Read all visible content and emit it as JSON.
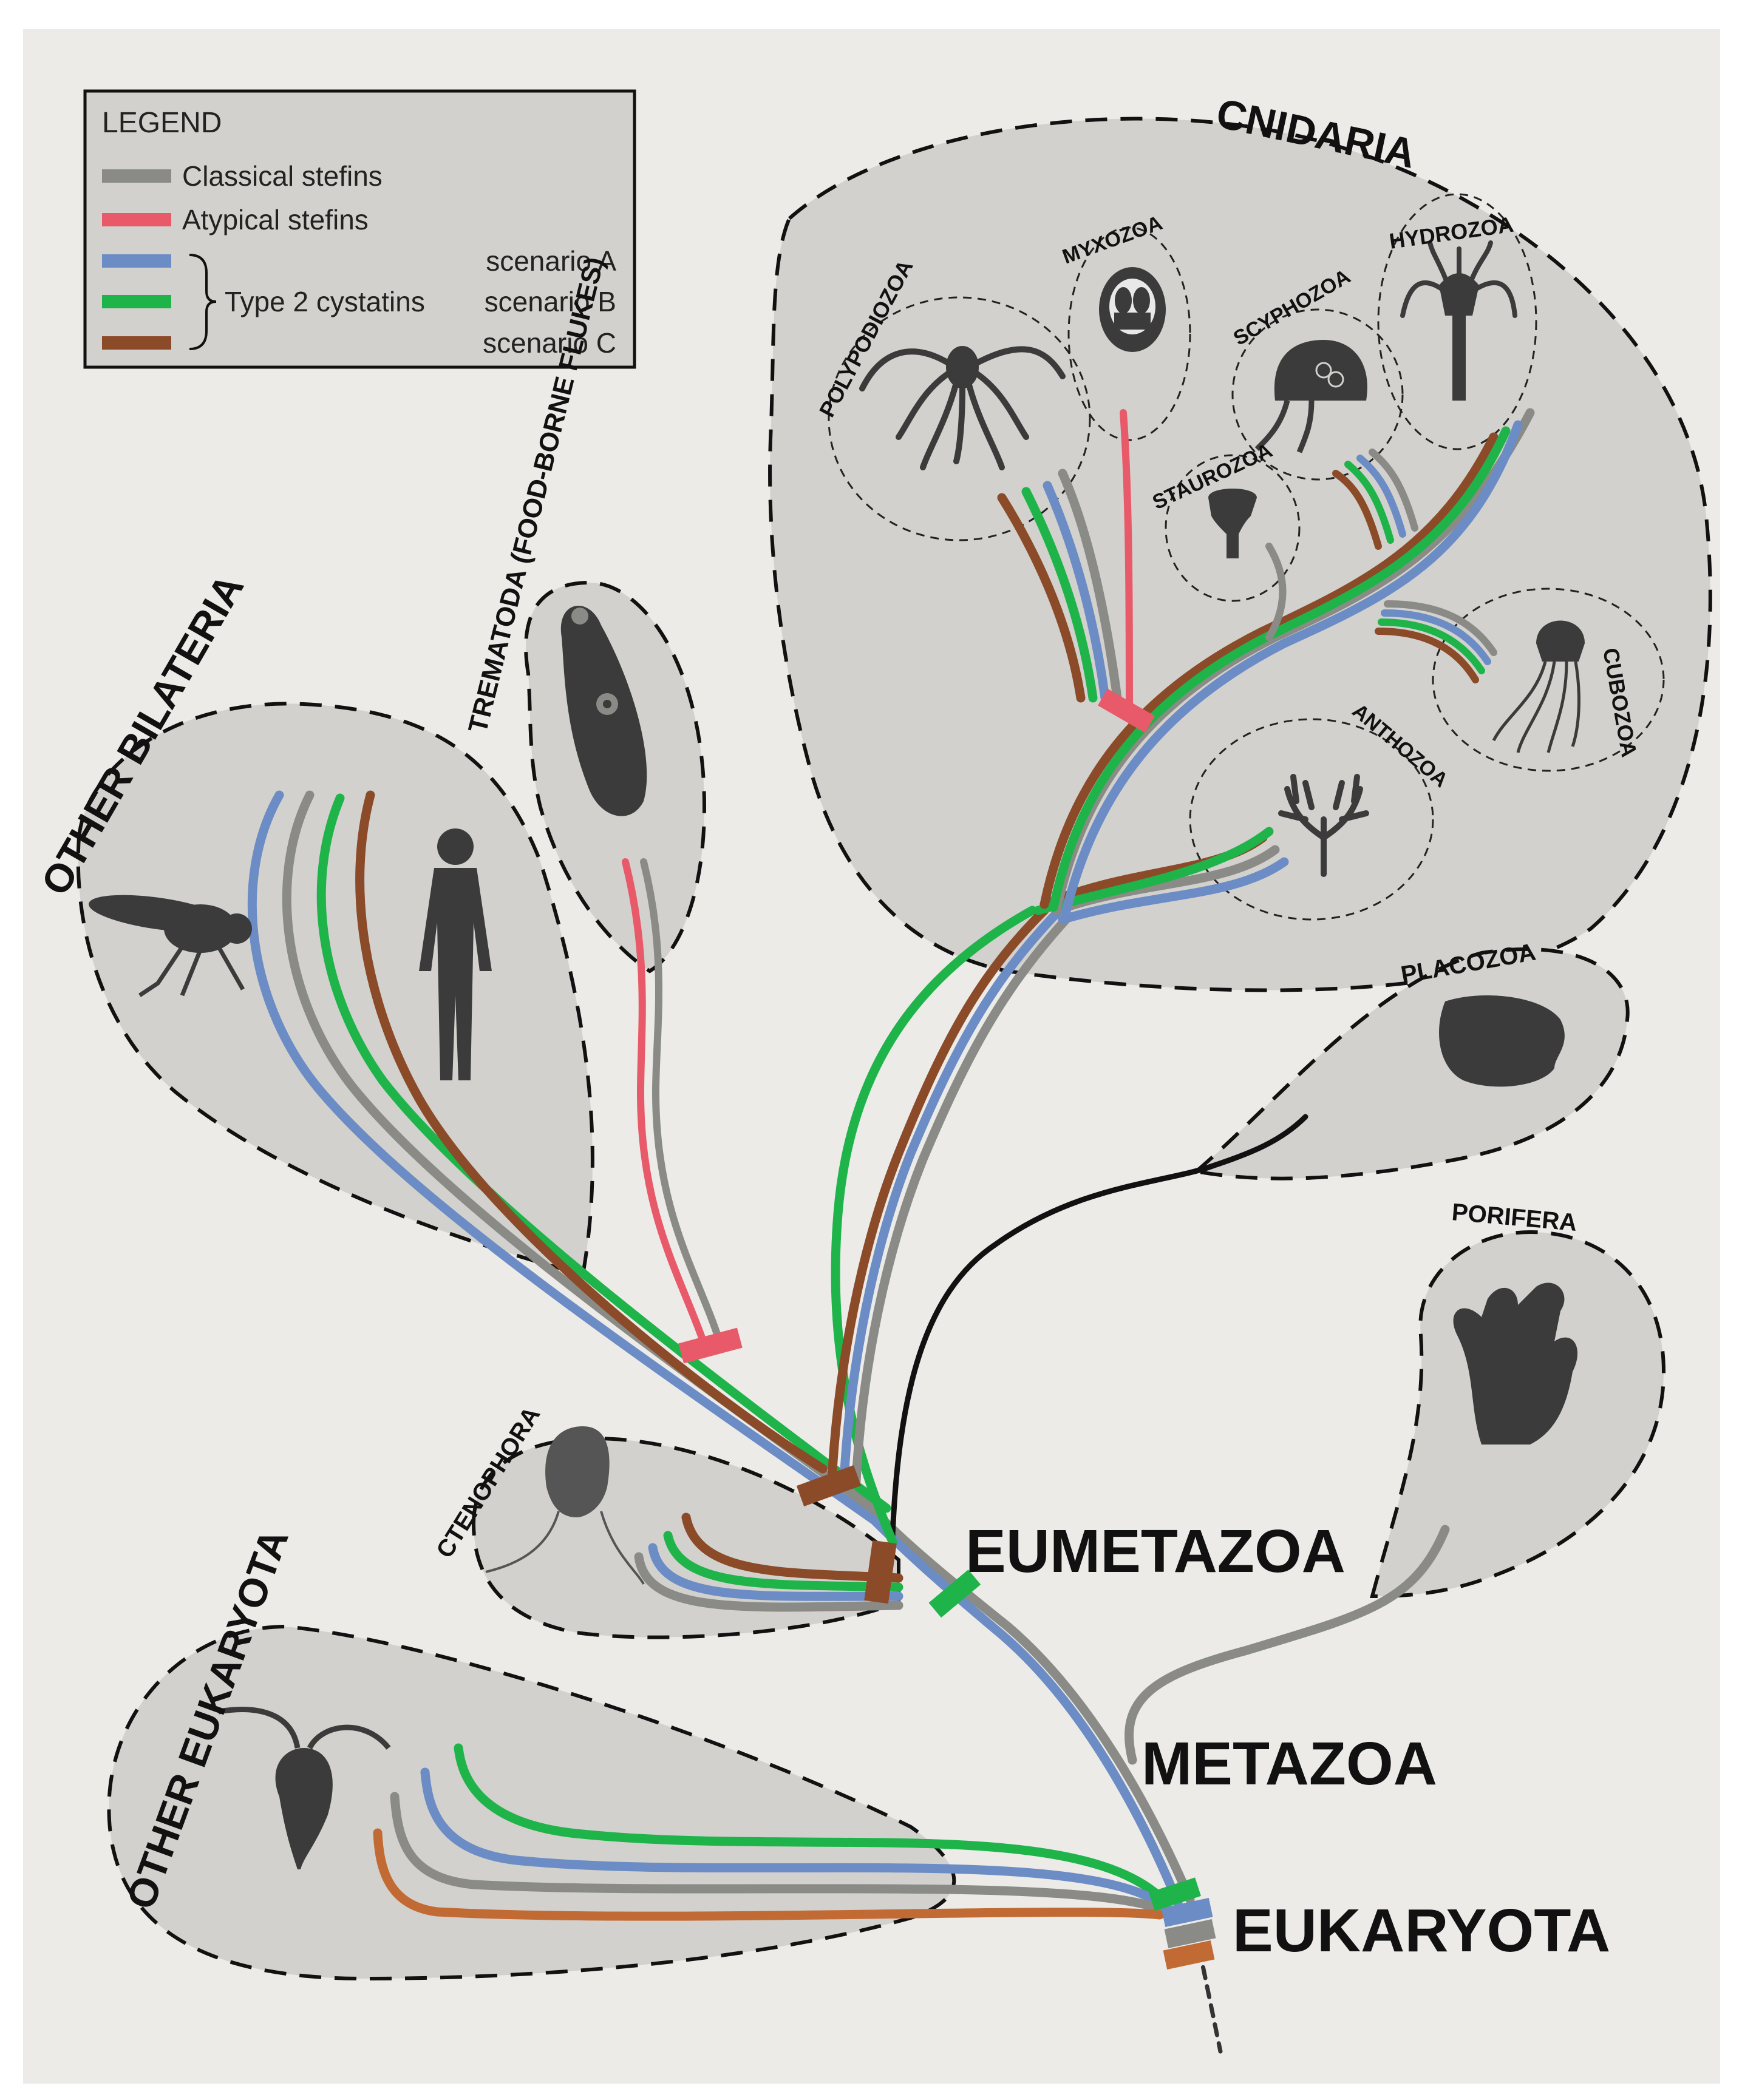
{
  "colors": {
    "background": "#ecebe8",
    "blob": "#d2d1cd",
    "classical": "#8a8b87",
    "atypical": "#e85a69",
    "scenario_a": "#6b8cc4",
    "scenario_b": "#1fb44a",
    "scenario_c": "#8b4a28",
    "scenario_c_alt": "#c26a34",
    "black_branch": "#111111",
    "silhouette": "#3b3b3b"
  },
  "legend": {
    "title": "LEGEND",
    "classical": "Classical stefins",
    "atypical": "Atypical stefins",
    "scenario_a": "scenario A",
    "type2": "Type 2 cystatins",
    "scenario_b": "scenario B",
    "scenario_c": "scenario C"
  },
  "groups": {
    "cnidaria": "CNIDARIA",
    "polypodiozoa": "POLYPODIOZOA",
    "myxozoa": "MYXOZOA",
    "hydrozoa": "HYDROZOA",
    "scyphozoa": "SCYPHOZOA",
    "staurozoa": "STAUROZOA",
    "cubozoa": "CUBOZOA",
    "anthozoa": "ANTHOZOA",
    "placozoa": "PLACOZOA",
    "porifera": "PORIFERA",
    "ctenophora": "CTENOPHORA",
    "trematoda": "TREMATODA (FOOD-BORNE FLUKES)",
    "other_bilateria": "OTHER BILATERIA",
    "other_eukaryota": "OTHER EUKARYOTA"
  },
  "nodes": {
    "eumetazoa": "EUMETAZOA",
    "metazoa": "METAZOA",
    "eukaryota": "EUKARYOTA"
  },
  "icons": [
    "jellyfish-icon",
    "myxozoa-spore-icon",
    "hydroid-icon",
    "scyphozoa-medusa-icon",
    "stauromedusa-icon",
    "box-jellyfish-icon",
    "coral-icon",
    "placozoa-icon",
    "sponge-icon",
    "comb-jelly-icon",
    "fluke-icon",
    "fly-icon",
    "human-icon",
    "protist-icon"
  ]
}
